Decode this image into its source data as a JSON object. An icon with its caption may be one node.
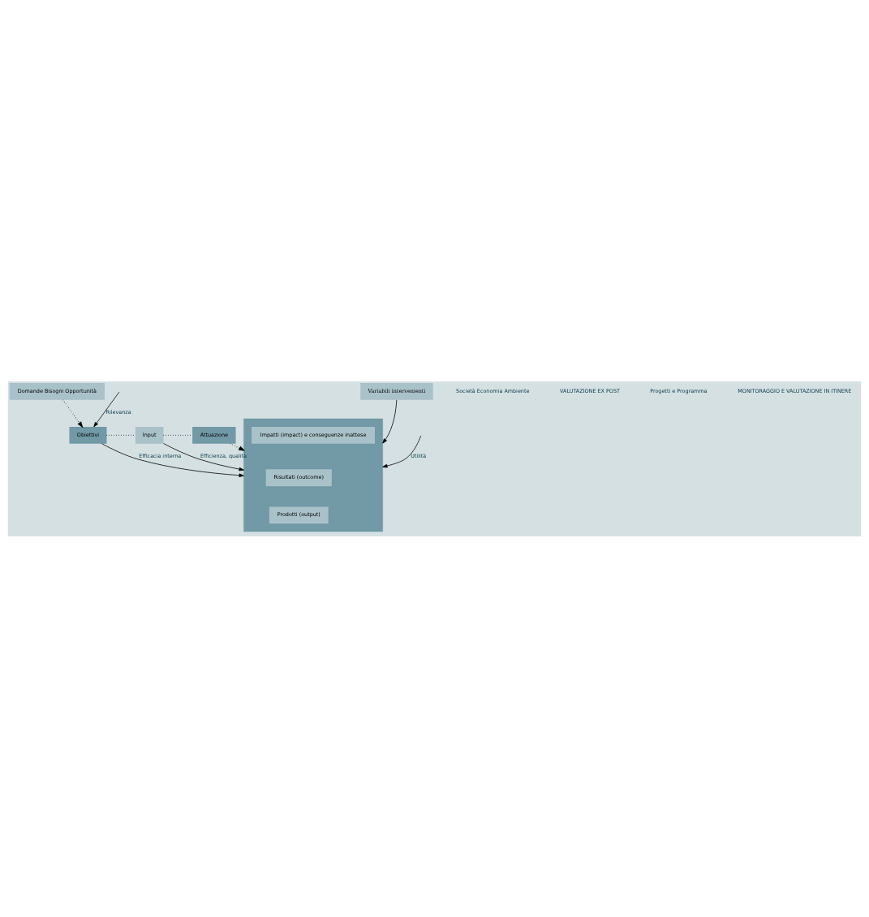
{
  "diagram": {
    "nodes": [
      {
        "text": [
          "Domande Bisogni Opportunità"
        ]
      },
      {
        "text": [
          "Variabili intervenienti"
        ]
      },
      {
        "text": [],
        "shape": "box"
      },
      {
        "text": [
          "Impatti (impact) e conseguenze inattese"
        ],
        "in": 2
      },
      {
        "text": [
          "Risultati (outcome)"
        ],
        "in": 2
      },
      {
        "text": [
          "Prodotti (output)"
        ],
        "in": 2
      },
      {
        "text": [
          "Obiettivi"
        ]
      },
      {
        "text": [
          "Input"
        ]
      },
      {
        "text": [
          "Attuazione"
        ]
      }
    ],
    "edges": [
      {
        "from": 0,
        "to": 6,
        "arrow": "to",
        "style": "dashed"
      },
      {
        "from": 1,
        "to": 2,
        "arrow": "to"
      },
      {
        "from": 6,
        "to": 7,
        "arrow": "none",
        "style": "dashed"
      },
      {
        "from": 7,
        "to": 8,
        "arrow": "none",
        "style": "dashed"
      },
      {
        "from": 8,
        "to": 2,
        "arrow": "to",
        "style": "dashed"
      },
      {
        "from": null,
        "to": 6,
        "arrow": "to",
        "label": "Rilevanza"
      },
      {
        "from": 6,
        "to": 2,
        "arrow": "to",
        "label": "Efficacia interna"
      },
      {
        "from": 7,
        "to": 2,
        "arrow": "to",
        "label": "Efficienza, qualità"
      },
      {
        "from": null,
        "to": 2,
        "arrow": "to",
        "label": "Utilità"
      }
    ],
    "labels": [
      "Società Economia Ambiente",
      "VALUTAZIONE EX POST",
      "Progetti e Programma",
      "MONITORAGGIO E VALUTAZIONE IN ITINERE"
    ]
  }
}
